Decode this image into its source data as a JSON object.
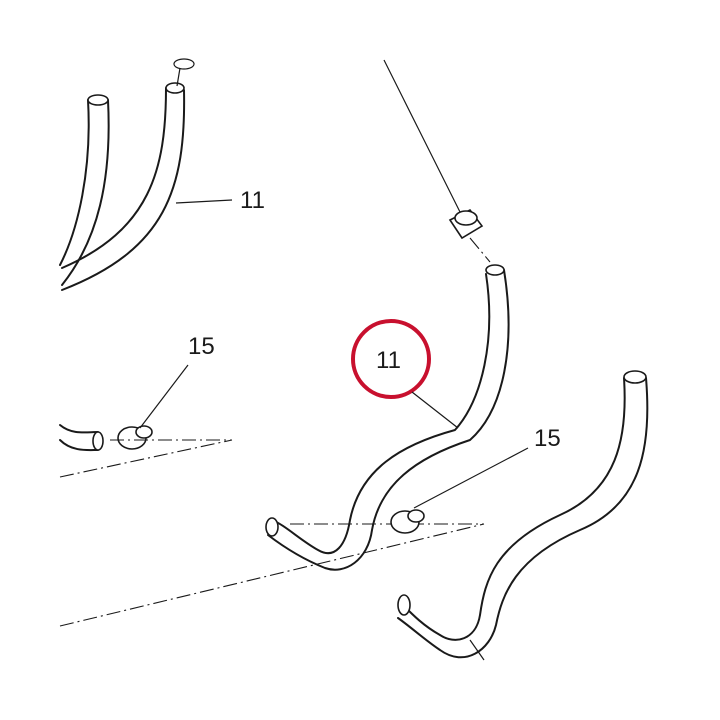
{
  "diagram": {
    "callouts": [
      {
        "id": "hose-upper-left",
        "label": "11"
      },
      {
        "id": "clamp-left",
        "label": "15"
      },
      {
        "id": "hose-highlighted",
        "label": "11"
      },
      {
        "id": "clamp-right",
        "label": "15"
      }
    ],
    "highlight": {
      "target": "hose-highlighted",
      "color": "#c8102e"
    },
    "line_color": "#1a1a1a"
  }
}
